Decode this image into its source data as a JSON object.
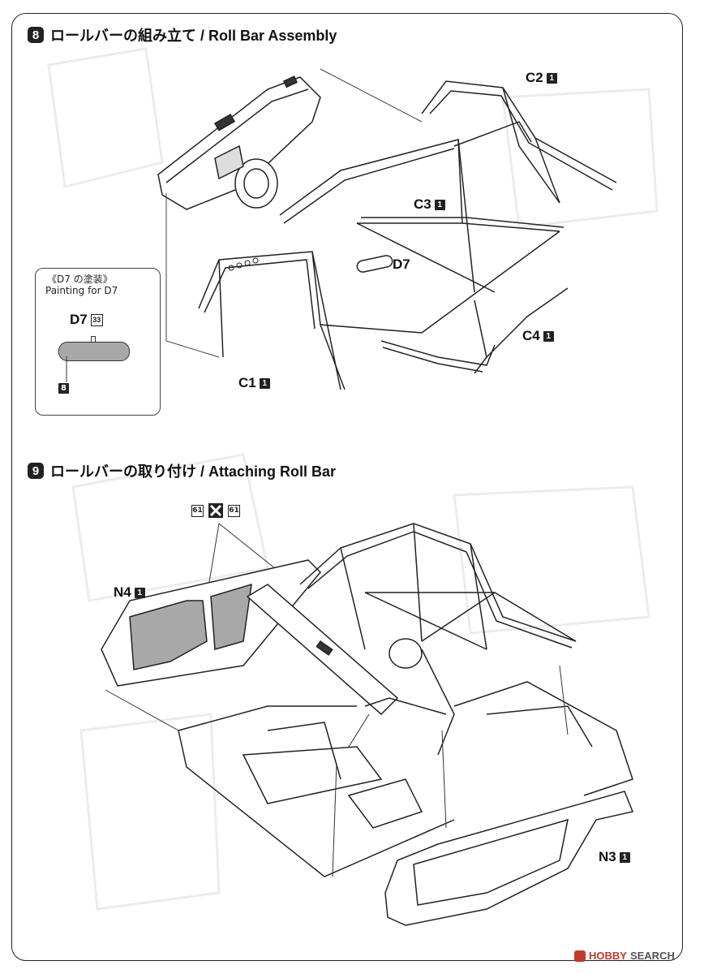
{
  "step8": {
    "number": "8",
    "title": "ロールバーの組み立て / Roll Bar Assembly",
    "parts": {
      "c2": {
        "code": "C2",
        "qty": "1"
      },
      "c3": {
        "code": "C3",
        "qty": "1"
      },
      "c1": {
        "code": "C1",
        "qty": "1"
      },
      "c4": {
        "code": "C4",
        "qty": "1"
      },
      "d7": {
        "code": "D7"
      }
    },
    "painting": {
      "title_jp": "《D7 の塗装》",
      "title_en": "Painting for D7",
      "part": "D7",
      "paint_code": "33",
      "color_code": "8"
    }
  },
  "step9": {
    "number": "9",
    "title": "ロールバーの取り付け / Attaching Roll Bar",
    "annotation": {
      "left": "61",
      "right": "61"
    },
    "parts": {
      "n4": {
        "code": "N4",
        "qty": "1"
      },
      "n3": {
        "code": "N3",
        "qty": "1"
      }
    }
  },
  "footer": {
    "brand": "HOBBY",
    "brand2": "SEARCH"
  },
  "colors": {
    "ink": "#111111",
    "gray_fill": "#a8a8a8",
    "watermark": "#c2392b"
  }
}
